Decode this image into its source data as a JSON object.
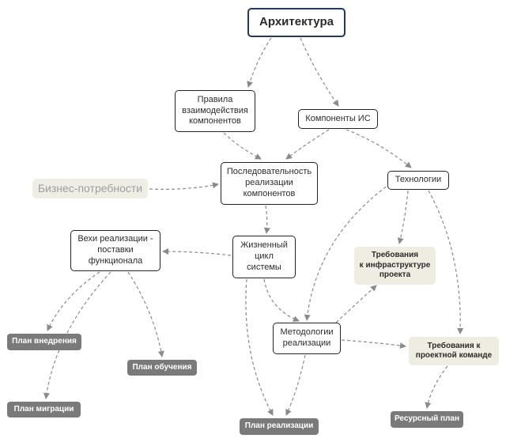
{
  "diagram": {
    "colors": {
      "root_border": "#1f3a5c",
      "box_border": "#222222",
      "cream_fill": "#efede1",
      "faded_fill": "#efeee5",
      "faded_text": "#9e9e9e",
      "dark_fill": "#7a7a7a",
      "edge": "#8a8a8a"
    },
    "nodes": {
      "architecture": "Архитектура",
      "interaction_rules": "Правила\nвзаимодействия\nкомпонентов",
      "is_components": "Компоненты ИС",
      "implementation_sequence": "Последовательность\nреализации\nкомпонентов",
      "business_needs": "Бизнес-потребности",
      "technologies": "Технологии",
      "milestones": "Вехи реализации -\nпоставки\nфункционала",
      "lifecycle": "Жизненный\nцикл\nсистемы",
      "infra_requirements": "Требования\nк инфраструктуре\nпроекта",
      "methodologies": "Методологии\nреализации",
      "team_requirements": "Требования к\nпроектной команде",
      "deployment_plan": "План внедрения",
      "training_plan": "План обучения",
      "migration_plan": "План миграции",
      "implementation_plan": "План реализации",
      "resource_plan": "Ресурсный план"
    },
    "edges": [
      [
        "architecture",
        "interaction_rules"
      ],
      [
        "architecture",
        "is_components"
      ],
      [
        "interaction_rules",
        "implementation_sequence"
      ],
      [
        "is_components",
        "implementation_sequence"
      ],
      [
        "is_components",
        "technologies"
      ],
      [
        "business_needs",
        "implementation_sequence"
      ],
      [
        "implementation_sequence",
        "lifecycle"
      ],
      [
        "lifecycle",
        "milestones"
      ],
      [
        "lifecycle",
        "methodologies"
      ],
      [
        "lifecycle",
        "implementation_plan"
      ],
      [
        "technologies",
        "infra_requirements"
      ],
      [
        "technologies",
        "methodologies"
      ],
      [
        "technologies",
        "team_requirements"
      ],
      [
        "methodologies",
        "infra_requirements"
      ],
      [
        "methodologies",
        "team_requirements"
      ],
      [
        "methodologies",
        "implementation_plan"
      ],
      [
        "milestones",
        "deployment_plan"
      ],
      [
        "milestones",
        "training_plan"
      ],
      [
        "milestones",
        "migration_plan"
      ],
      [
        "team_requirements",
        "resource_plan"
      ]
    ]
  }
}
